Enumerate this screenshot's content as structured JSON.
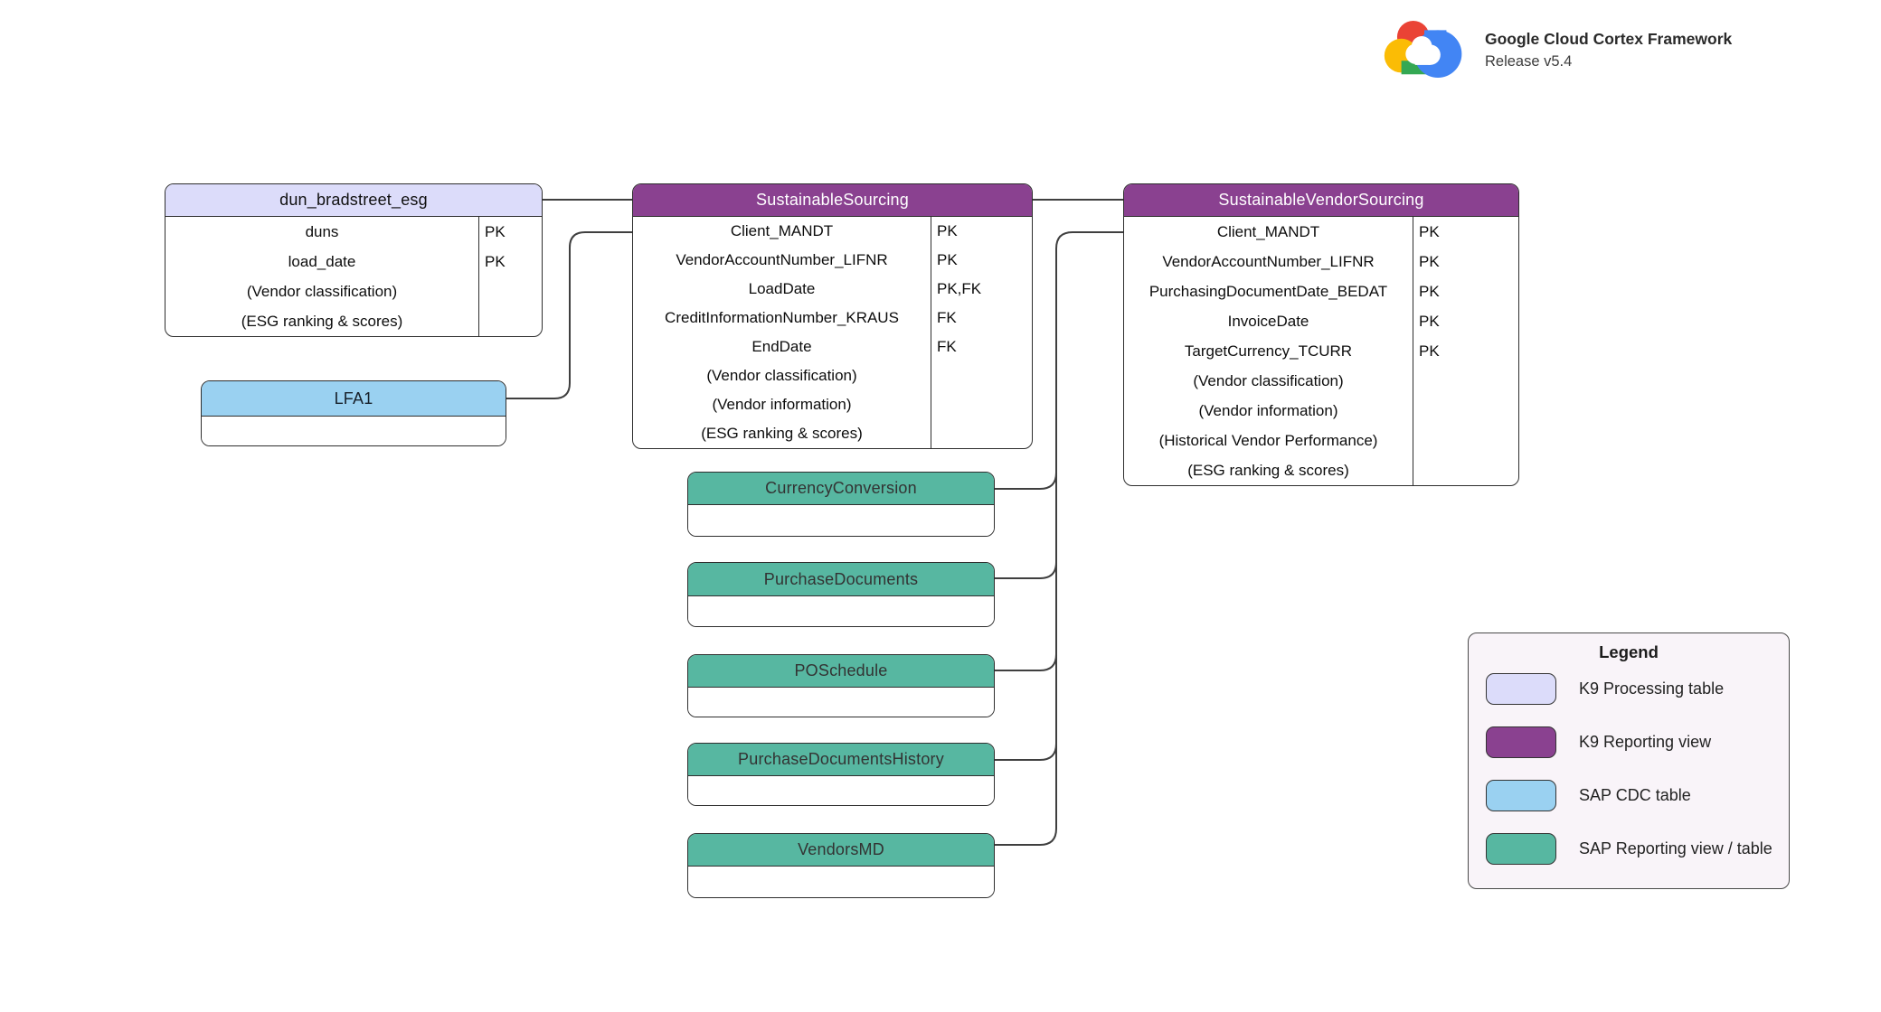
{
  "header": {
    "title": "Google Cloud Cortex Framework",
    "subtitle": "Release v5.4",
    "logo": "google-cloud-logo"
  },
  "colors": {
    "k9_processing": "#dcdcfa",
    "k9_reporting": "#8a4190",
    "sap_cdc": "#9ad1f1",
    "sap_reporting": "#57b7a1",
    "connector": "#3f3f3f",
    "table_border": "#2e2e2e",
    "legend_background": "#f9f4f9"
  },
  "tables": [
    {
      "id": "dun_bradstreet_esg",
      "title": "dun_bradstreet_esg",
      "type": "k9_processing",
      "rows": [
        {
          "name": "duns",
          "key": "PK"
        },
        {
          "name": "load_date",
          "key": "PK"
        },
        {
          "name": "(Vendor classification)",
          "key": ""
        },
        {
          "name": "(ESG ranking & scores)",
          "key": ""
        }
      ]
    },
    {
      "id": "SustainableSourcing",
      "title": "SustainableSourcing",
      "type": "k9_reporting",
      "rows": [
        {
          "name": "Client_MANDT",
          "key": "PK"
        },
        {
          "name": "VendorAccountNumber_LIFNR",
          "key": "PK"
        },
        {
          "name": "LoadDate",
          "key": "PK,FK"
        },
        {
          "name": "CreditInformationNumber_KRAUS",
          "key": "FK"
        },
        {
          "name": "EndDate",
          "key": "FK"
        },
        {
          "name": "(Vendor classification)",
          "key": ""
        },
        {
          "name": "(Vendor information)",
          "key": ""
        },
        {
          "name": "(ESG ranking & scores)",
          "key": ""
        }
      ]
    },
    {
      "id": "SustainableVendorSourcing",
      "title": "SustainableVendorSourcing",
      "type": "k9_reporting",
      "rows": [
        {
          "name": "Client_MANDT",
          "key": "PK"
        },
        {
          "name": "VendorAccountNumber_LIFNR",
          "key": "PK"
        },
        {
          "name": "PurchasingDocumentDate_BEDAT",
          "key": "PK"
        },
        {
          "name": "InvoiceDate",
          "key": "PK"
        },
        {
          "name": "TargetCurrency_TCURR",
          "key": "PK"
        },
        {
          "name": "(Vendor classification)",
          "key": ""
        },
        {
          "name": "(Vendor information)",
          "key": ""
        },
        {
          "name": "(Historical Vendor Performance)",
          "key": ""
        },
        {
          "name": "(ESG ranking & scores)",
          "key": ""
        }
      ]
    },
    {
      "id": "LFA1",
      "title": "LFA1",
      "type": "sap_cdc",
      "rows": []
    },
    {
      "id": "CurrencyConversion",
      "title": "CurrencyConversion",
      "type": "sap_reporting",
      "rows": []
    },
    {
      "id": "PurchaseDocuments",
      "title": "PurchaseDocuments",
      "type": "sap_reporting",
      "rows": []
    },
    {
      "id": "POSchedule",
      "title": "POSchedule",
      "type": "sap_reporting",
      "rows": []
    },
    {
      "id": "PurchaseDocumentsHistory",
      "title": "PurchaseDocumentsHistory",
      "type": "sap_reporting",
      "rows": []
    },
    {
      "id": "VendorsMD",
      "title": "VendorsMD",
      "type": "sap_reporting",
      "rows": []
    }
  ],
  "edges": [
    {
      "from": "dun_bradstreet_esg",
      "to": "SustainableSourcing"
    },
    {
      "from": "LFA1",
      "to": "SustainableSourcing"
    },
    {
      "from": "SustainableSourcing",
      "to": "SustainableVendorSourcing"
    },
    {
      "from": "CurrencyConversion",
      "to": "SustainableVendorSourcing"
    },
    {
      "from": "PurchaseDocuments",
      "to": "SustainableVendorSourcing"
    },
    {
      "from": "POSchedule",
      "to": "SustainableVendorSourcing"
    },
    {
      "from": "PurchaseDocumentsHistory",
      "to": "SustainableVendorSourcing"
    },
    {
      "from": "VendorsMD",
      "to": "SustainableVendorSourcing"
    }
  ],
  "legend": {
    "title": "Legend",
    "items": [
      {
        "label": "K9 Processing table",
        "color": "#dcdcfa"
      },
      {
        "label": "K9 Reporting view",
        "color": "#8a4190"
      },
      {
        "label": "SAP CDC table",
        "color": "#9ad1f1"
      },
      {
        "label": "SAP Reporting view / table",
        "color": "#57b7a1"
      }
    ]
  }
}
